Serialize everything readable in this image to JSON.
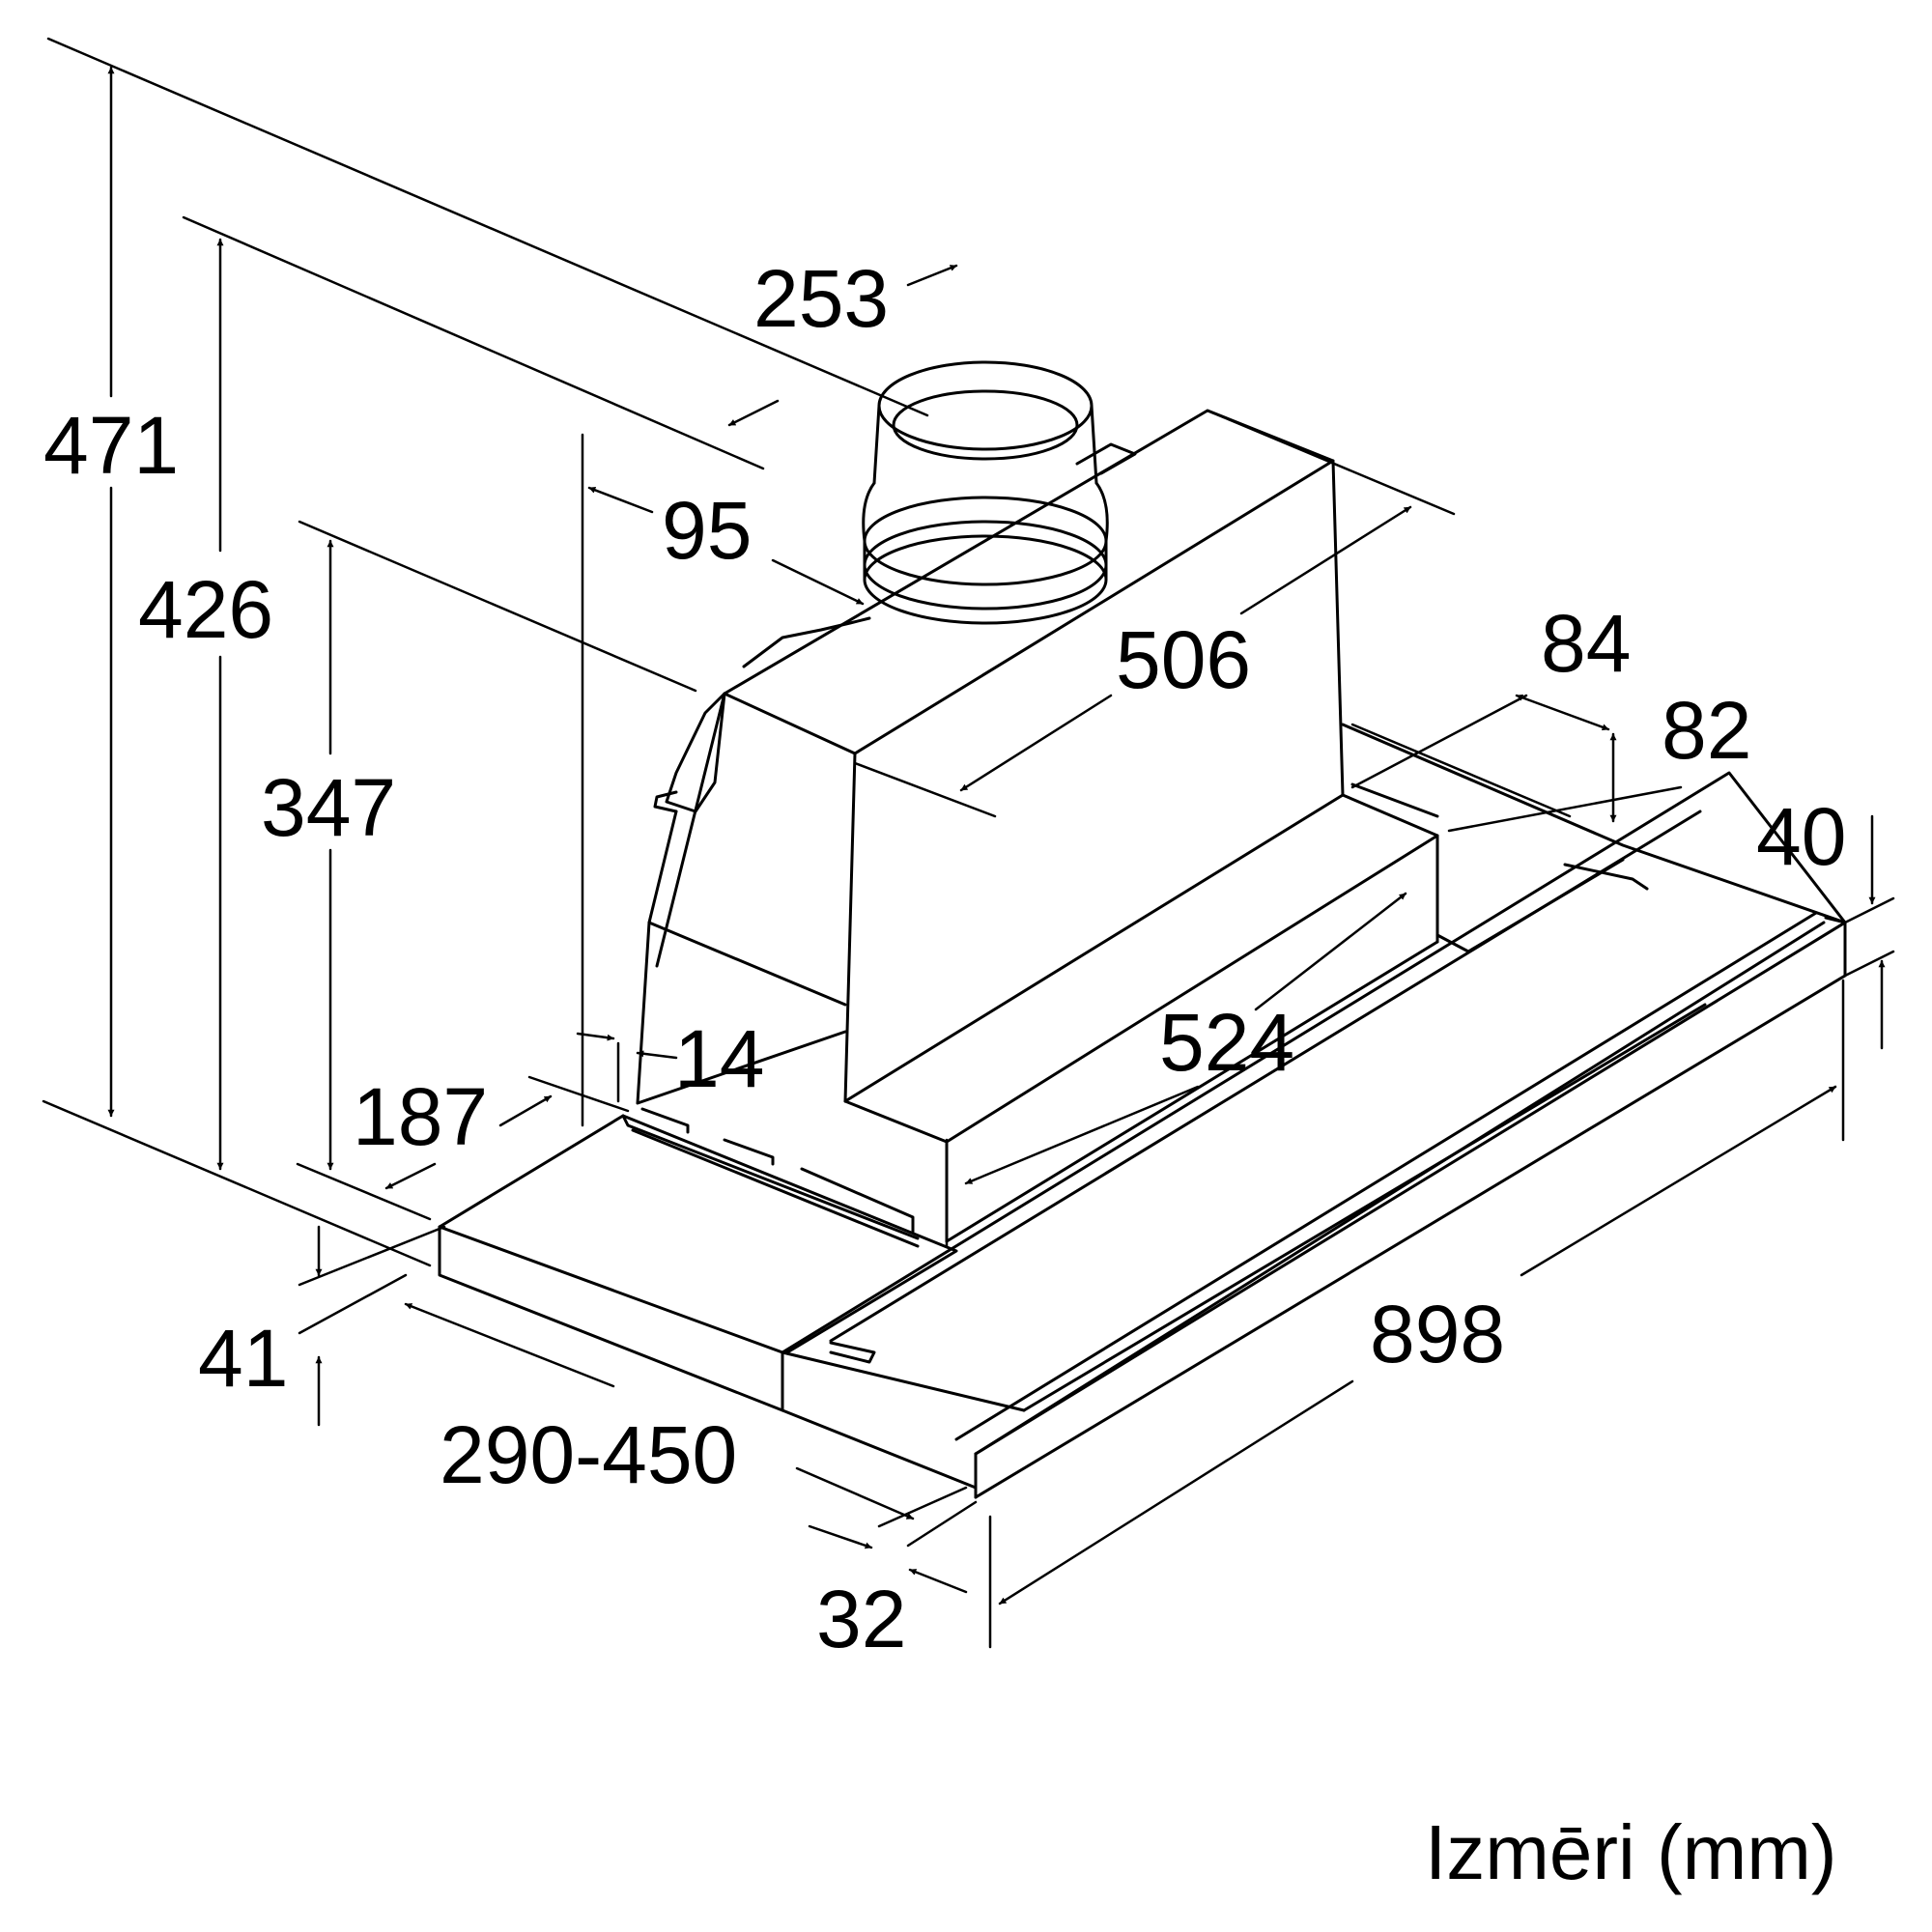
{
  "diagram": {
    "caption": "Izmēri (mm)",
    "dimensions": {
      "total_height": "471",
      "height_426": "426",
      "height_347": "347",
      "duct_width": "253",
      "duct_offset": "95",
      "body_depth": "506",
      "rail_84": "84",
      "rail_82": "82",
      "front_40": "40",
      "gap_14": "14",
      "depth_187": "187",
      "width_524": "524",
      "front_41": "41",
      "extension": "290-450",
      "width_898": "898",
      "front_32": "32"
    }
  }
}
